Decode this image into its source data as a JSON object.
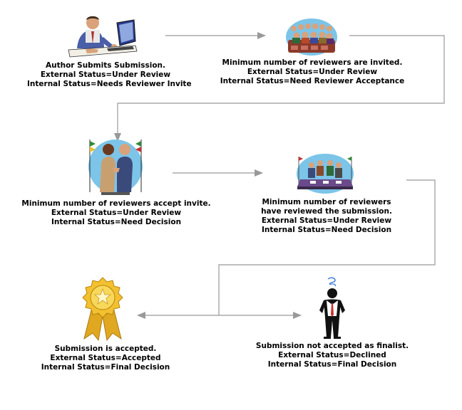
{
  "steps": [
    {
      "id": "author-submits",
      "lines": [
        "Author Submits Submission.",
        "External Status=Under Review",
        "Internal Status=Needs Reviewer Invite"
      ],
      "icon": "author-at-laptop-icon"
    },
    {
      "id": "reviewers-invited",
      "lines": [
        "Minimum number of reviewers are invited.",
        "External Status=Under Review",
        "Internal Status=Need Reviewer Acceptance"
      ],
      "icon": "audience-group-icon"
    },
    {
      "id": "reviewers-accept",
      "lines": [
        "Minimum number of reviewers accept invite.",
        "External Status=Under Review",
        "Internal Status=Need Decision"
      ],
      "icon": "handshake-icon"
    },
    {
      "id": "reviewers-reviewed",
      "lines": [
        "Minimum number of reviewers",
        "have reviewed the submission.",
        "External Status=Under Review",
        "Internal Status=Need Decision"
      ],
      "icon": "meeting-table-icon"
    },
    {
      "id": "accepted",
      "lines": [
        "Submission is accepted.",
        "External Status=Accepted",
        "Internal Status=Final Decision"
      ],
      "icon": "award-ribbon-icon"
    },
    {
      "id": "declined",
      "lines": [
        "Submission not accepted as finalist.",
        "External Status=Declined",
        "Internal Status=Final Decision"
      ],
      "icon": "confused-person-icon"
    }
  ],
  "colors": {
    "connector": "#999999",
    "text": "#000000"
  }
}
